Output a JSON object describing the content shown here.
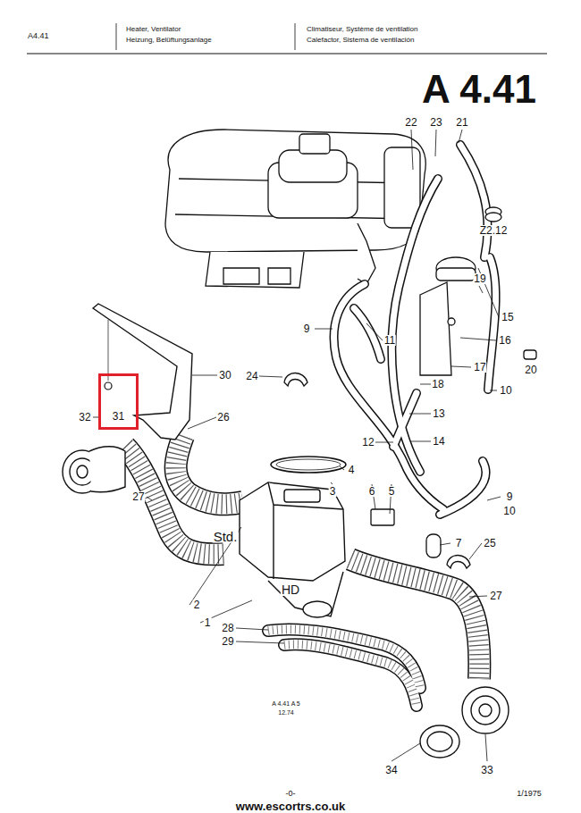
{
  "diagram": {
    "title": "A 4.41",
    "nodes": [
      {
        "text": [
          "31"
        ]
      }
    ],
    "labels": [
      "A4.41",
      "Heater, Ventilator",
      "Heizung, Belüftungsanlage",
      "Climatiseur, Système de ventilation",
      "Calefactor, Sistema de ventilación",
      "22",
      "23",
      "21",
      "Z2.12",
      "19",
      "15",
      "16",
      "17",
      "20",
      "9",
      "11",
      "10",
      "18",
      "13",
      "12",
      "14",
      "30",
      "24",
      "32",
      "26",
      "27",
      "4",
      "3",
      "6",
      "5",
      "9",
      "10",
      "7",
      "25",
      "2",
      "Std.",
      "HD",
      "1",
      "28",
      "29",
      "27",
      "33",
      "34",
      "A 4.41 A 5",
      "12.74",
      "-0-",
      "1/1975",
      "www.escortrs.co.uk"
    ]
  }
}
